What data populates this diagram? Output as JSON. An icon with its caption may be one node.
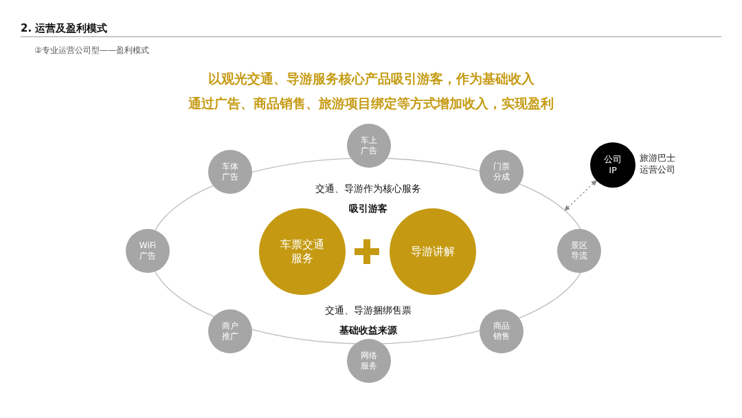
{
  "diagram": {
    "title": "2. 运营及盈利模式",
    "nodes": [
      {
        "text": [
          "交通、导游作为核心服务",
          "吸引游客",
          "交通、导游捆绑售票",
          "基础收益来源"
        ]
      },
      {
        "text": [
          "车票交通服务"
        ],
        "in": 0
      },
      {
        "text": [
          "导游讲解"
        ],
        "in": 0
      },
      {
        "text": [
          "车上广告"
        ]
      },
      {
        "text": [
          "车体广告"
        ]
      },
      {
        "text": [
          "门票分成"
        ]
      },
      {
        "text": [
          "公司IP"
        ],
        "beside": [
          "旅游巴士运营公司"
        ]
      },
      {
        "text": [
          "WiFi广告"
        ]
      },
      {
        "text": [
          "景区导流"
        ]
      },
      {
        "text": [
          "商户推广"
        ]
      },
      {
        "text": [
          "商品销售"
        ]
      },
      {
        "text": [
          "网络服务"
        ]
      }
    ],
    "edges": [
      {
        "from": 6,
        "to": 0,
        "arrow": "both",
        "style": "dashed"
      }
    ],
    "labels": [
      "②专业运营公司型——盈利模式",
      "以观光交通、导游服务核心产品吸引游客，作为基础收入",
      "通过广告、商品销售、旅游项目绑定等方式增加收入，实现盈利"
    ]
  }
}
